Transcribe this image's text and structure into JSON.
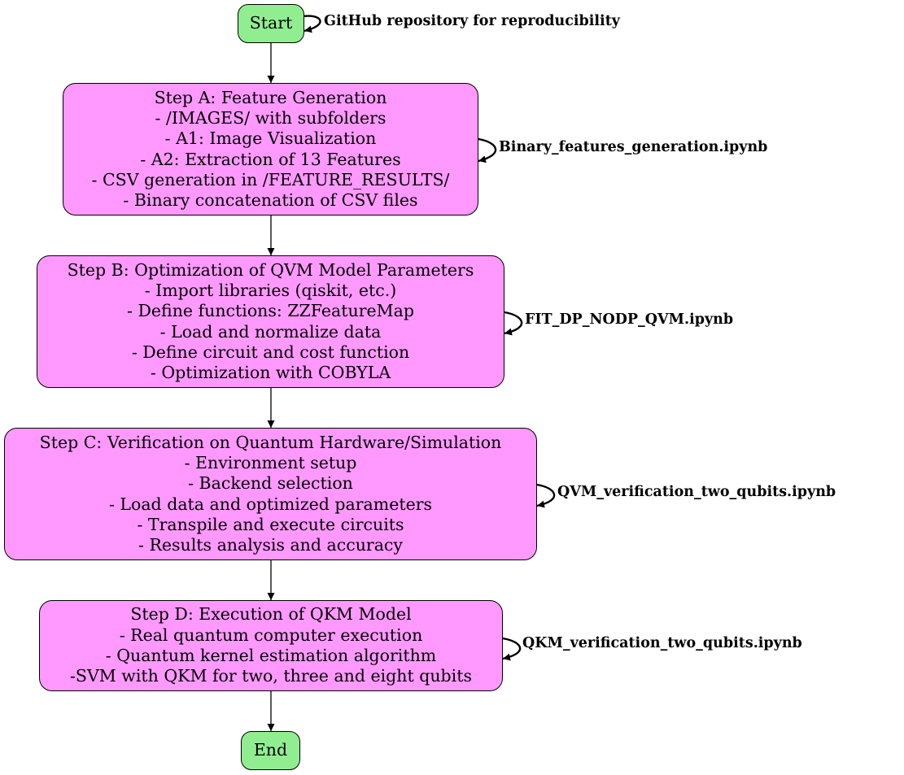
{
  "colors": {
    "terminal_fill": "#90ee90",
    "step_fill": "#ff99ff",
    "stroke": "#000000"
  },
  "nodes": {
    "start": {
      "label": "Start"
    },
    "step_a": {
      "lines": [
        "Step A: Feature Generation",
        "- /IMAGES/ with subfolders",
        "- A1: Image Visualization",
        "- A2: Extraction of 13 Features",
        "- CSV generation in /FEATURE_RESULTS/",
        "- Binary concatenation of CSV files"
      ]
    },
    "step_b": {
      "lines": [
        "Step B: Optimization of QVM Model Parameters",
        "- Import libraries (qiskit, etc.)",
        "- Define functions: ZZFeatureMap",
        "- Load and normalize data",
        "- Define circuit and cost function",
        "- Optimization with COBYLA"
      ]
    },
    "step_c": {
      "lines": [
        "Step C: Verification on Quantum Hardware/Simulation",
        "- Environment setup",
        "- Backend selection",
        "- Load data and optimized parameters",
        "- Transpile and execute circuits",
        "- Results analysis and accuracy"
      ]
    },
    "step_d": {
      "lines": [
        "Step D: Execution of QKM Model",
        "- Real quantum computer execution",
        "- Quantum kernel estimation algorithm",
        "-SVM with QKM for two, three and eight qubits"
      ]
    },
    "end": {
      "label": "End"
    }
  },
  "self_loop_labels": {
    "start": "GitHub repository for reproducibility",
    "step_a": "Binary_features_generation.ipynb",
    "step_b": "FIT_DP_NODP_QVM.ipynb",
    "step_c": "QVM_verification_two_qubits.ipynb",
    "step_d": "QKM_verification_two_qubits.ipynb"
  }
}
